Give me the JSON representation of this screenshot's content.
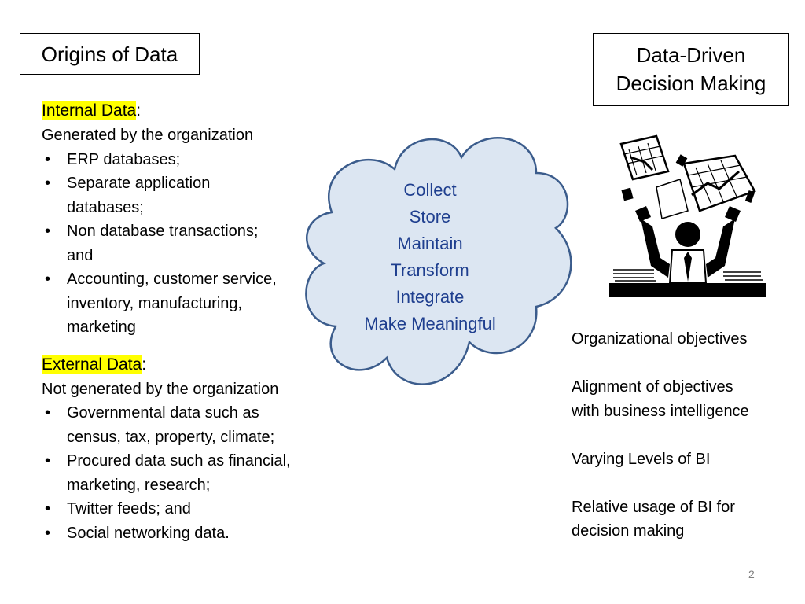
{
  "titles": {
    "left": "Origins of Data",
    "right_line1": "Data-Driven",
    "right_line2": "Decision Making"
  },
  "internal": {
    "heading": "Internal Data",
    "colon": ":",
    "subtitle": "Generated by the organization",
    "bullets": [
      [
        "ERP databases;"
      ],
      [
        "Separate application",
        "databases;"
      ],
      [
        "Non database transactions;",
        "and"
      ],
      [
        "Accounting, customer service,",
        "inventory, manufacturing,",
        "marketing"
      ]
    ]
  },
  "external": {
    "heading": "External Data",
    "colon": ":",
    "subtitle": "Not generated by the organization",
    "bullets": [
      [
        "Governmental data such as",
        "census, tax, property, climate;"
      ],
      [
        "Procured data such as financial,",
        "marketing, research;"
      ],
      [
        "Twitter feeds; and"
      ],
      [
        "Social networking data."
      ]
    ]
  },
  "cloud": {
    "items": [
      "Collect",
      "Store",
      "Maintain",
      "Transform",
      "Integrate",
      "Make Meaningful"
    ],
    "fill": "#dce6f2",
    "stroke": "#3b5c8c",
    "text_color": "#1f3f8f"
  },
  "right": {
    "paragraphs": [
      [
        "Organizational objectives"
      ],
      [
        "Alignment of objectives",
        "with business intelligence"
      ],
      [
        "Varying Levels of BI"
      ],
      [
        "Relative usage of BI for",
        "decision making"
      ]
    ]
  },
  "highlight_color": "#ffff00",
  "page_number": "2"
}
